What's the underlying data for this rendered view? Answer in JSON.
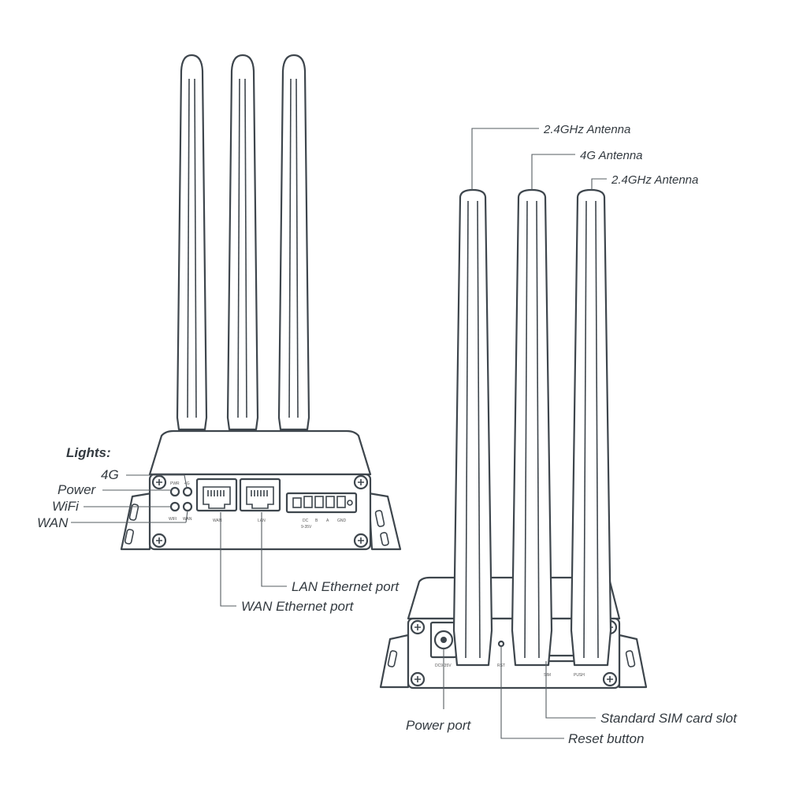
{
  "front_view": {
    "lights_heading": "Lights:",
    "lights": {
      "led_4g": "4G",
      "led_power": "Power",
      "led_wifi": "WiFi",
      "led_wan": "WAN"
    },
    "panel_markings": {
      "pwr": "PWR",
      "g4": "4G",
      "wifi": "WIFI",
      "wan": "WAN",
      "wan_port": "WAN",
      "lan_port": "LAN",
      "dc": "DC",
      "b": "B",
      "a": "A",
      "gnd": "GND",
      "voltage": "9-35V"
    },
    "callouts": {
      "lan_port": "LAN Ethernet port",
      "wan_port": "WAN Ethernet port"
    }
  },
  "rear_view": {
    "antennas": {
      "left": "2.4GHz Antenna",
      "middle": "4G Antenna",
      "right": "2.4GHz Antenna"
    },
    "panel_markings": {
      "dc_in": "DC9-35V",
      "rst": "RST",
      "sim": "SIM",
      "push": "PUSH"
    },
    "callouts": {
      "power_port": "Power port",
      "sim_slot": "Standard SIM card slot",
      "reset_button": "Reset button"
    }
  }
}
